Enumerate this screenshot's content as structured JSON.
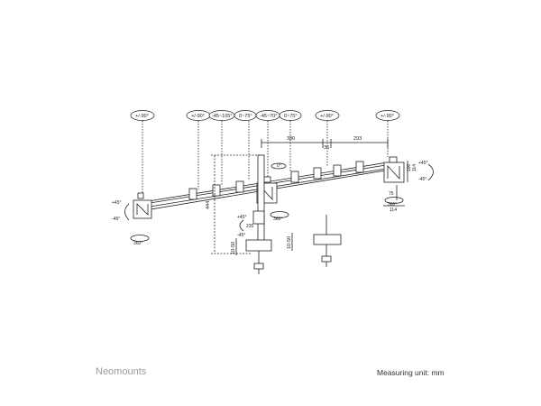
{
  "brand": "Neomounts",
  "unit_label": "Measuring unit: mm",
  "rotation_labels": {
    "r1": "+/-90°",
    "r2": "+/-90°",
    "r3": "-45~105°",
    "r4": "0~75°",
    "r5": "-45~70°",
    "r6": "0~75°",
    "r7": "+/-90°",
    "r8": "+/-90°"
  },
  "dimensions": {
    "d330": "330",
    "d36": "36",
    "d293": "293",
    "d444": "444",
    "d1050a": "10-50",
    "d1050b": "10-50",
    "d100": "100",
    "d114": "114",
    "d75": "75",
    "d114b": "114",
    "d235": "235"
  },
  "tilt_labels": {
    "left_up": "+45°",
    "left_down": "-45°",
    "right_up": "+45°",
    "right_down": "-45°",
    "center_up": "+45°",
    "center_down": "-45°",
    "top": "0°"
  },
  "rotate_labels": {
    "left": "360°",
    "center": "360°",
    "right": "360°"
  }
}
